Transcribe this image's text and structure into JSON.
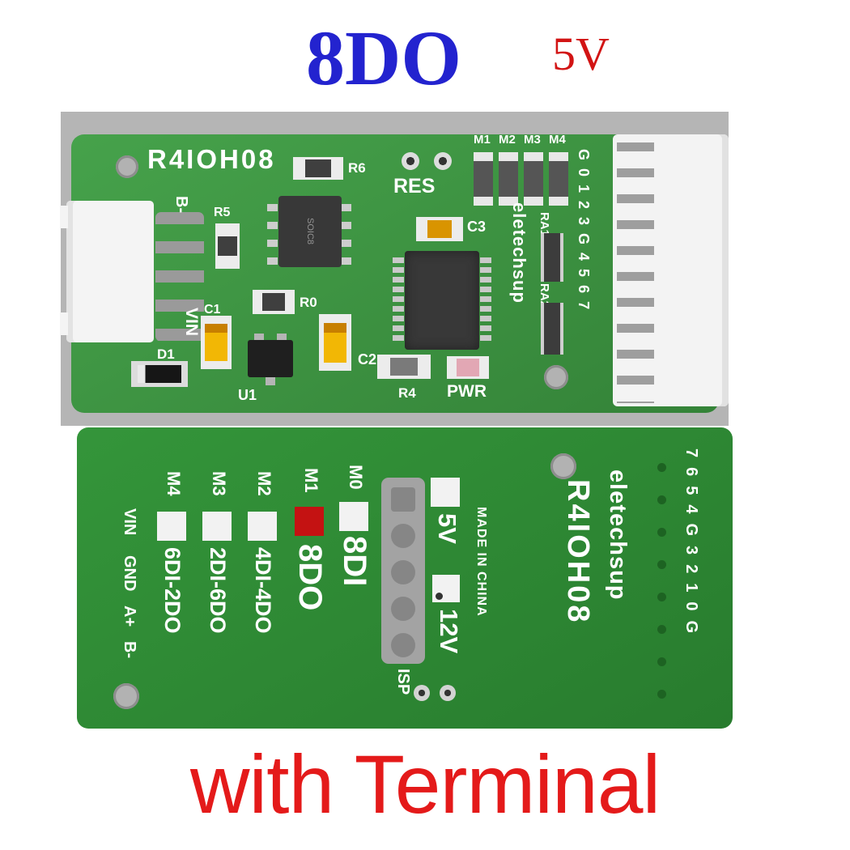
{
  "header": {
    "title": "8DO",
    "voltage": "5V"
  },
  "footer": {
    "caption": "with Terminal"
  },
  "top_board": {
    "model": "R4IOH08",
    "brand": "eletechsup",
    "reset_label": "RES",
    "pwr_label": "PWR",
    "b_minus": "B-",
    "vin": "VIN",
    "chip_marking": "SOIC8",
    "refs": {
      "r6": "R6",
      "r5": "R5",
      "r0": "R0",
      "r4": "R4",
      "c1": "C1",
      "c2": "C2",
      "c3": "C3",
      "d1": "D1",
      "u1": "U1",
      "ra1": "RA1",
      "ra2": "RA2"
    },
    "jumper_labels": [
      "M1",
      "M2",
      "M3",
      "M4"
    ],
    "pin_labels": "G0123G4567"
  },
  "bottom_board": {
    "model": "R4IOH08",
    "brand": "eletechsup",
    "made_in": "MADE IN CHINA",
    "isp_label": "ISP",
    "v5": "5V",
    "v12": "12V",
    "pin_labels": "7654G3210G",
    "mode_labels": [
      "M4",
      "M3",
      "M2",
      "M1",
      "M0"
    ],
    "mode_values": [
      "6DI-2DO",
      "2DI-6DO",
      "4DI-4DO",
      "8DO",
      "8DI"
    ],
    "terminal_labels": [
      "VIN",
      "GND",
      "A+",
      "B-"
    ]
  },
  "colors": {
    "title_blue": "#2323cf",
    "accent_red": "#e41a1a",
    "pcb_green_top": "#3b9140",
    "pcb_green_bottom": "#2e8a34",
    "backdrop_gray": "#b5b5b5",
    "jumper_red": "#c41212",
    "capacitor_yellow": "#f2b705",
    "silkscreen": "#ffffff"
  }
}
